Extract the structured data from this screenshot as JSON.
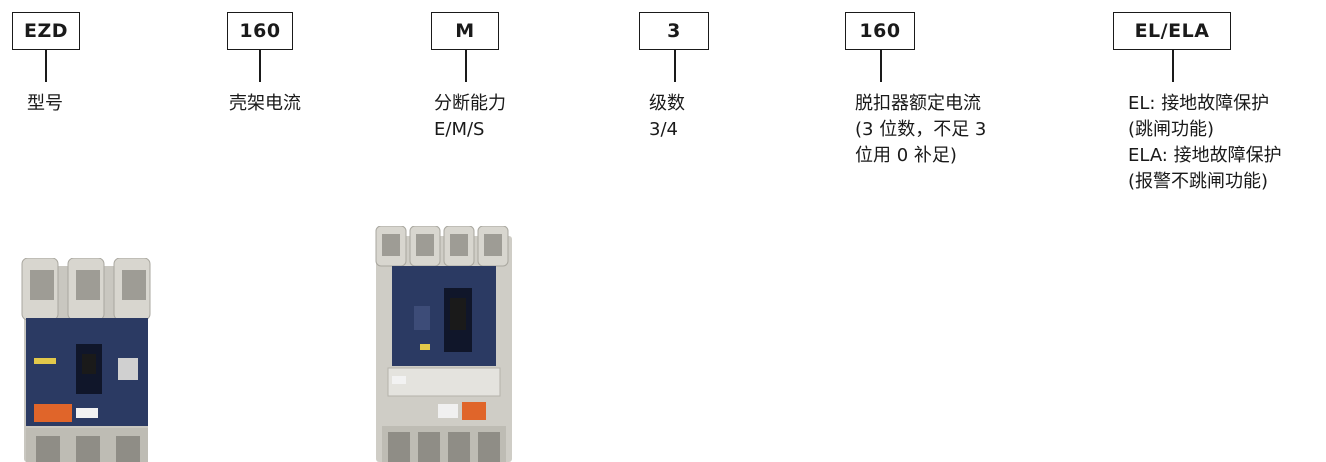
{
  "segments": [
    {
      "code": "EZD",
      "desc": "型号"
    },
    {
      "code": "160",
      "desc": "壳架电流"
    },
    {
      "code": "M",
      "desc": "分断能力\nE/M/S"
    },
    {
      "code": "3",
      "desc": "级数\n3/4"
    },
    {
      "code": "160",
      "desc": "脱扣器额定电流\n(3 位数，不足 3\n位用 0 补足)"
    },
    {
      "code": "EL/ELA",
      "desc": "EL: 接地故障保护\n(跳闸功能)\nELA: 接地故障保护\n(报警不跳闸功能)"
    }
  ],
  "colors": {
    "housing": "#c9c7c0",
    "panel": "#2b3a63",
    "warning_label": "#e0652a",
    "outline": "#1a1a1a"
  },
  "images": [
    "breaker-3-pole",
    "breaker-4-pole"
  ]
}
